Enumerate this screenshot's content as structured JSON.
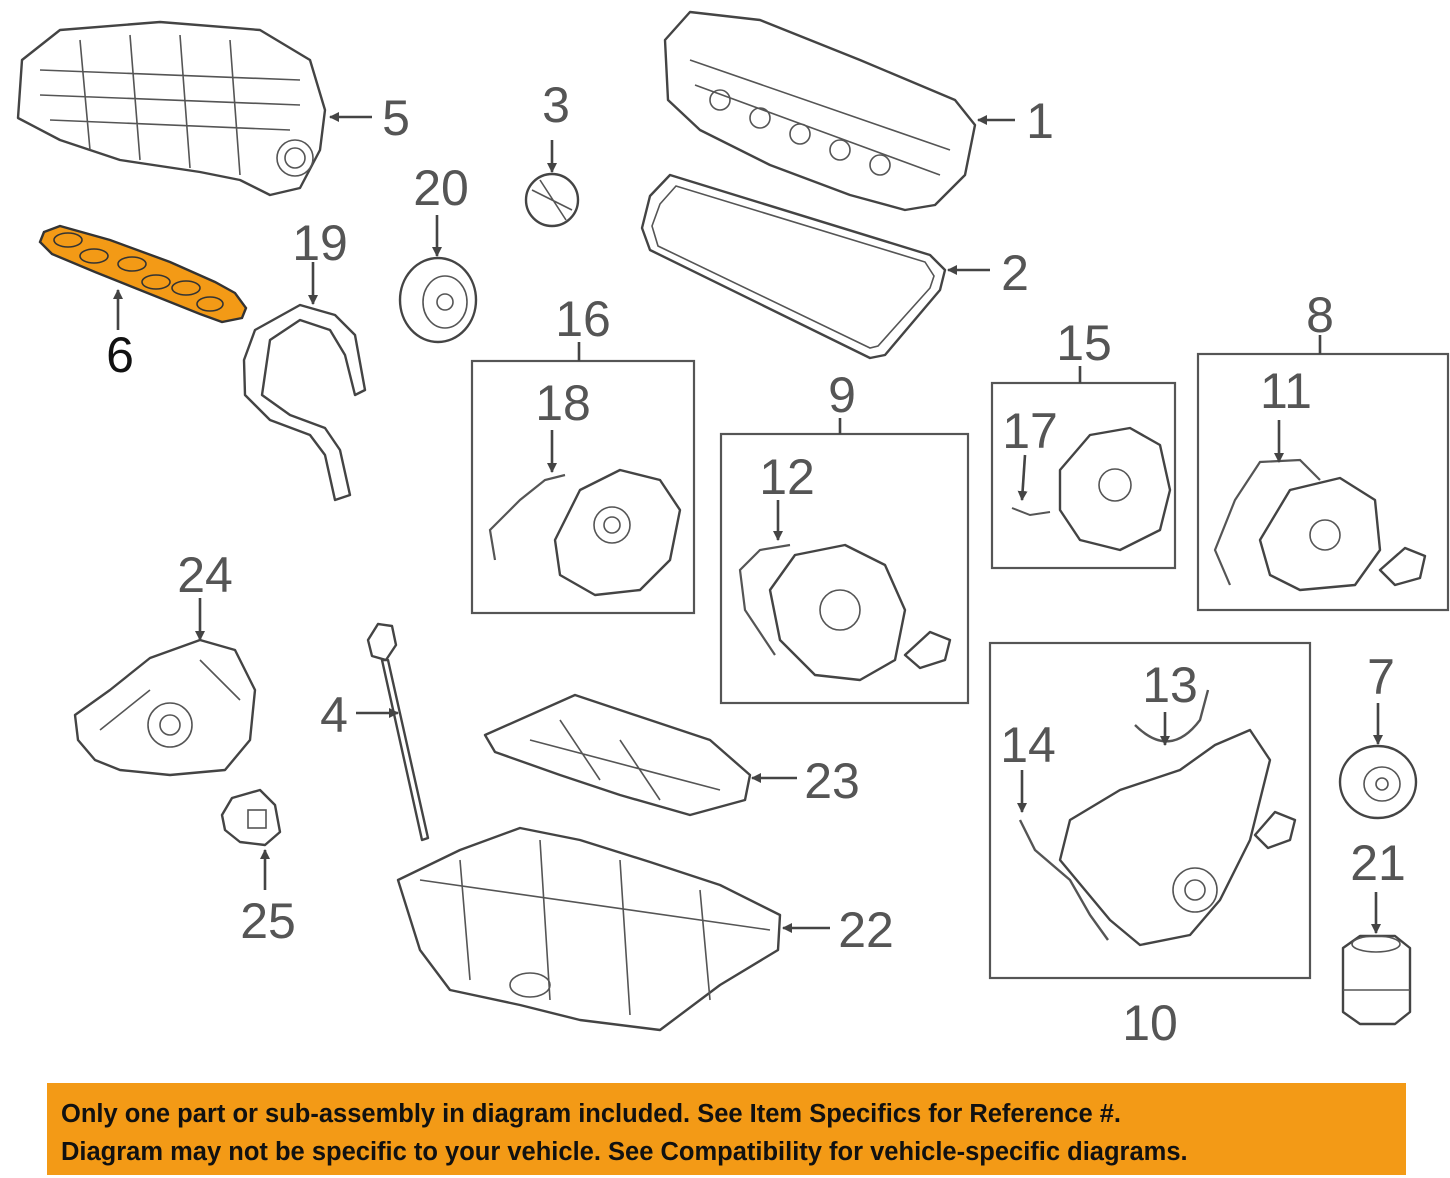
{
  "diagram": {
    "labels": [
      {
        "id": "1",
        "text": "1"
      },
      {
        "id": "2",
        "text": "2"
      },
      {
        "id": "3",
        "text": "3"
      },
      {
        "id": "4",
        "text": "4"
      },
      {
        "id": "5",
        "text": "5"
      },
      {
        "id": "6",
        "text": "6",
        "highlighted": true
      },
      {
        "id": "7",
        "text": "7"
      },
      {
        "id": "8",
        "text": "8"
      },
      {
        "id": "9",
        "text": "9"
      },
      {
        "id": "10",
        "text": "10"
      },
      {
        "id": "11",
        "text": "11"
      },
      {
        "id": "12",
        "text": "12"
      },
      {
        "id": "13",
        "text": "13"
      },
      {
        "id": "14",
        "text": "14"
      },
      {
        "id": "15",
        "text": "15"
      },
      {
        "id": "16",
        "text": "16"
      },
      {
        "id": "17",
        "text": "17"
      },
      {
        "id": "18",
        "text": "18"
      },
      {
        "id": "19",
        "text": "19"
      },
      {
        "id": "20",
        "text": "20"
      },
      {
        "id": "21",
        "text": "21"
      },
      {
        "id": "22",
        "text": "22"
      },
      {
        "id": "23",
        "text": "23"
      },
      {
        "id": "24",
        "text": "24"
      },
      {
        "id": "25",
        "text": "25"
      }
    ],
    "highlight_color": "#f39a16"
  },
  "banner": {
    "line1": "Only one part or sub-assembly in diagram included. See Item Specifics for Reference #.",
    "line2": "Diagram may not be specific to your vehicle. See Compatibility for vehicle-specific diagrams.",
    "background": "#f39a16"
  }
}
